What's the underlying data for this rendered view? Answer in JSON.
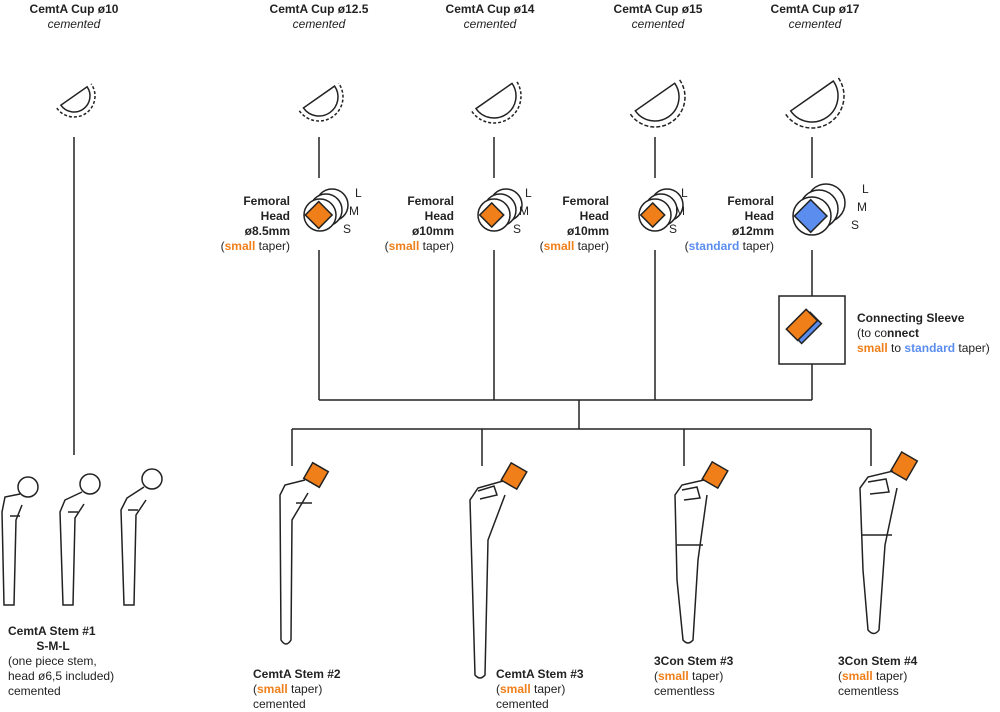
{
  "colors": {
    "small_taper": "#f07f1a",
    "standard_taper": "#5b8def",
    "line": "#222222"
  },
  "cups": [
    {
      "title": "CemtA Cup ø10",
      "note": "cemented"
    },
    {
      "title": "CemtA Cup ø12.5",
      "note": "cemented"
    },
    {
      "title": "CemtA Cup ø14",
      "note": "cemented"
    },
    {
      "title": "CemtA Cup ø15",
      "note": "cemented"
    },
    {
      "title": "CemtA Cup ø17",
      "note": "cemented"
    }
  ],
  "heads": [
    {
      "l1": "Femoral",
      "l2": "Head",
      "l3": "ø8.5mm",
      "taper": "small",
      "taper_word": "taper"
    },
    {
      "l1": "Femoral",
      "l2": "Head",
      "l3": "ø10mm",
      "taper": "small",
      "taper_word": "taper"
    },
    {
      "l1": "Femoral",
      "l2": "Head",
      "l3": "ø10mm",
      "taper": "small",
      "taper_word": "taper"
    },
    {
      "l1": "Femoral",
      "l2": "Head",
      "l3": "ø12mm",
      "taper": "standard",
      "taper_word": "taper"
    }
  ],
  "sizes": {
    "l": "L",
    "m": "M",
    "s": "S"
  },
  "sleeve": {
    "title": "Connecting Sleeve",
    "l2a": "(to co",
    "l2b": "nnect",
    "small": "small",
    "to": "to",
    "standard": "standard",
    "end": "taper)"
  },
  "stems": [
    {
      "title": "CemtA Stem #1",
      "sub": "S-M-L",
      "l3": "(one piece stem,",
      "l4": "head ø6,5 included)",
      "l5": "cemented"
    },
    {
      "title": "CemtA Stem #2",
      "taper": "small",
      "taper_word": "taper",
      "note": "cemented"
    },
    {
      "title": "CemtA Stem #3",
      "taper": "small",
      "taper_word": "taper",
      "note": "cemented"
    },
    {
      "title": "3Con Stem #3",
      "taper": "small",
      "taper_word": "taper",
      "note": "cementless"
    },
    {
      "title": "3Con Stem #4",
      "taper": "small",
      "taper_word": "taper",
      "note": "cementless"
    }
  ]
}
